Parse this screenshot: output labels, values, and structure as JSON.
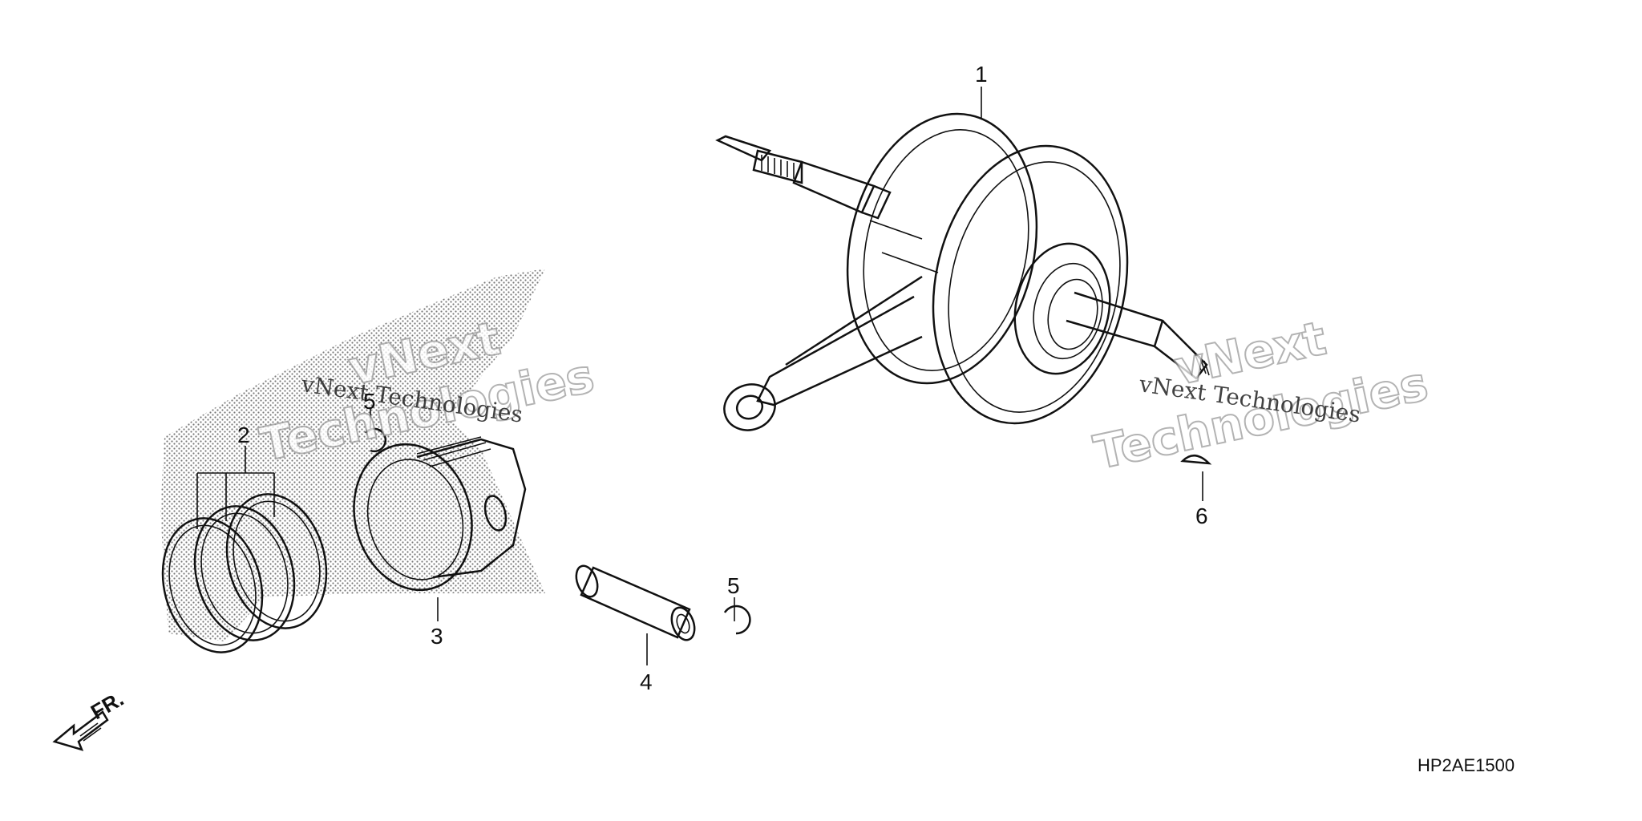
{
  "diagram": {
    "callouts": {
      "crankshaft": "1",
      "piston_rings": "2",
      "piston": "3",
      "piston_pin": "4",
      "clip_upper": "5",
      "clip_lower": "5",
      "woodruff_key": "6"
    },
    "front_indicator": "FR.",
    "diagram_code": "HP2AE1500"
  },
  "watermarks": {
    "left_line1": "vNext Technologies",
    "left_outline_a": "vNext",
    "left_outline_b": "Technologies",
    "right_line1": "vNext Technologies",
    "right_outline_a": "vNext",
    "right_outline_b": "Technologies"
  },
  "colors": {
    "ink": "#111111",
    "stipple": "#6a6a6a",
    "watermark_outline": "#9a9a9a"
  }
}
